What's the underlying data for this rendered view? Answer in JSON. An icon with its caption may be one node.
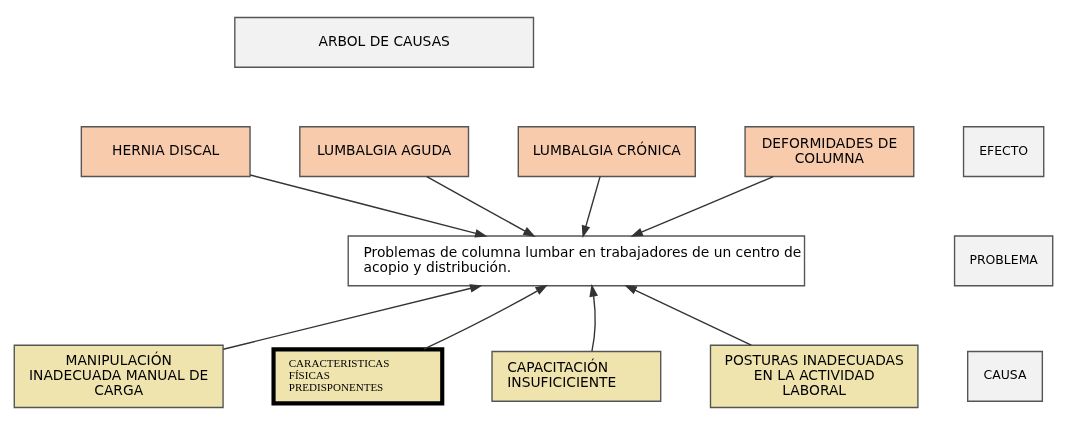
{
  "diagram": {
    "nodes": [
      {
        "text": [
          "ARBOL DE CAUSAS"
        ]
      },
      {
        "text": [
          "HERNIA DISCAL"
        ]
      },
      {
        "text": [
          "LUMBALGIA AGUDA"
        ]
      },
      {
        "text": [
          "LUMBALGIA CRÓNICA"
        ]
      },
      {
        "text": [
          "DEFORMIDADES DE COLUMNA"
        ]
      },
      {
        "text": [
          "EFECTO"
        ]
      },
      {
        "text": [
          "Problemas de columna lumbar en trabajadores de un centro de acopio y distribución."
        ]
      },
      {
        "text": [
          "PROBLEMA"
        ]
      },
      {
        "text": [
          "MANIPULACIÓN INADECUADA MANUAL DE CARGA"
        ]
      },
      {
        "text": [
          "CARACTERISTICAS FÍSICAS PREDISPONENTES"
        ]
      },
      {
        "text": [
          "CAPACITACIÓN INSUFICICIENTE"
        ]
      },
      {
        "text": [
          "POSTURAS INADECUADAS EN LA ACTIVIDAD LABORAL"
        ]
      },
      {
        "text": [
          "CAUSA"
        ]
      }
    ],
    "edges": [
      {
        "from": 1,
        "to": 6,
        "arrow": "to"
      },
      {
        "from": 2,
        "to": 6,
        "arrow": "to"
      },
      {
        "from": 3,
        "to": 6,
        "arrow": "to"
      },
      {
        "from": 4,
        "to": 6,
        "arrow": "to"
      },
      {
        "from": 8,
        "to": 6,
        "arrow": "to"
      },
      {
        "from": 9,
        "to": 6,
        "arrow": "to"
      },
      {
        "from": 10,
        "to": 6,
        "arrow": "to"
      },
      {
        "from": 11,
        "to": 6,
        "arrow": "to"
      }
    ]
  }
}
